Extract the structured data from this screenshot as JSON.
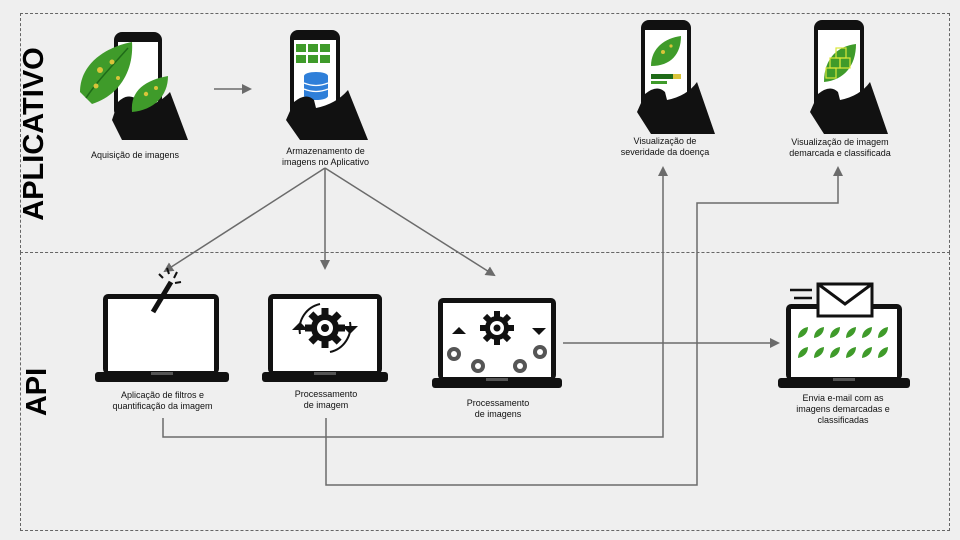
{
  "sections": {
    "app_label": "APLICATIVO",
    "api_label": "API"
  },
  "nodes": {
    "acquisition": "Aquisição de imagens",
    "storage": "Armazenamento de\nimagens no Aplicativo",
    "severity": "Visualização de\nseveridade da doença",
    "demarcated": "Visualização de imagem\ndemarcada e classificada",
    "filters": "Aplicação de filtros e\nquantificação da imagem",
    "processing_single": "Processamento\nde imagem",
    "processing_multi": "Processamento\nde imagens",
    "email": "Envia e-mail com as\nimagens demarcadas e\nclassificadas"
  },
  "colors": {
    "leaf_green": "#3f9b2a",
    "leaf_dark": "#1f6b18",
    "spot_yellow": "#d9c43a",
    "database_blue": "#2f7fd9",
    "arrow_gray": "#6b6b6b",
    "background": "#efefef"
  },
  "icons": [
    "phone-leaf-icon",
    "phone-database-icon",
    "phone-severity-icon",
    "phone-demarcated-icon",
    "laptop-wand-icon",
    "laptop-gear-icon",
    "laptop-multi-gear-icon",
    "laptop-email-icon"
  ]
}
